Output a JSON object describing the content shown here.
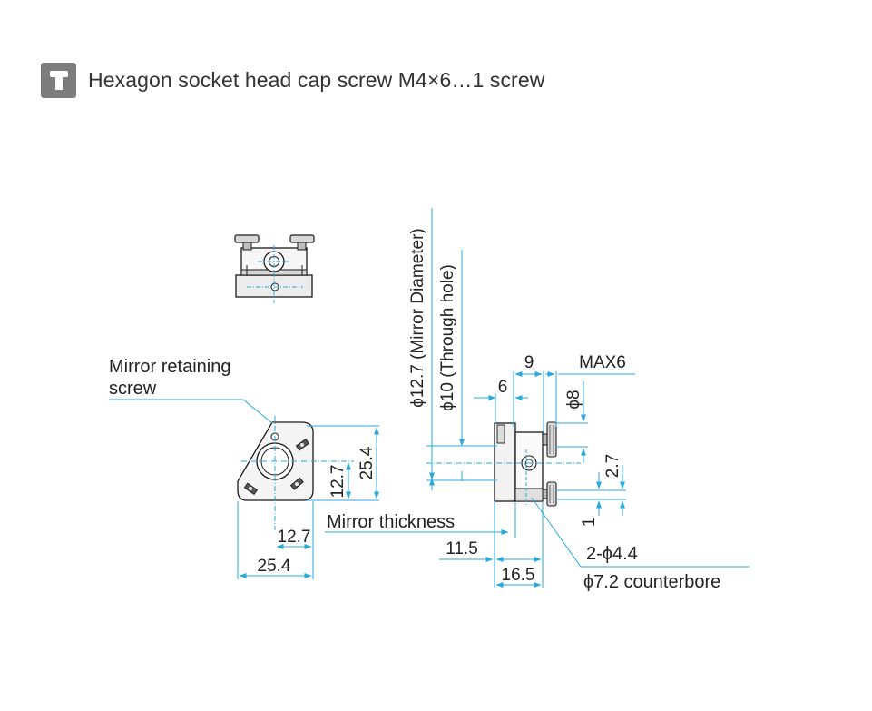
{
  "header": {
    "icon": "hex-socket-screw-icon",
    "title": "Hexagon socket head cap screw M4×6…1 screw"
  },
  "front_view": {
    "label_mirror_screw_line1": "Mirror retaining",
    "label_mirror_screw_line2": "screw",
    "dim_height": "25.4",
    "dim_center_height": "12.7",
    "dim_center_width": "12.7",
    "dim_width": "25.4"
  },
  "side_view": {
    "dim_mirror_diameter": "ϕ12.7 (Mirror Diameter)",
    "dim_through_hole": "ϕ10 (Through hole)",
    "dim_9": "9",
    "dim_max6": "MAX6",
    "dim_6": "6",
    "dim_phi8": "ϕ8",
    "dim_2_7": "2.7",
    "dim_1": "1",
    "label_mirror_thickness": "Mirror thickness",
    "dim_11_5": "11.5",
    "dim_16_5": "16.5",
    "dim_holes": "2-ϕ4.4",
    "dim_counterbore": "ϕ7.2 counterbore"
  },
  "colors": {
    "dimension_line": "#29a8de",
    "badge": "#7d7d7d",
    "text": "#333333"
  }
}
